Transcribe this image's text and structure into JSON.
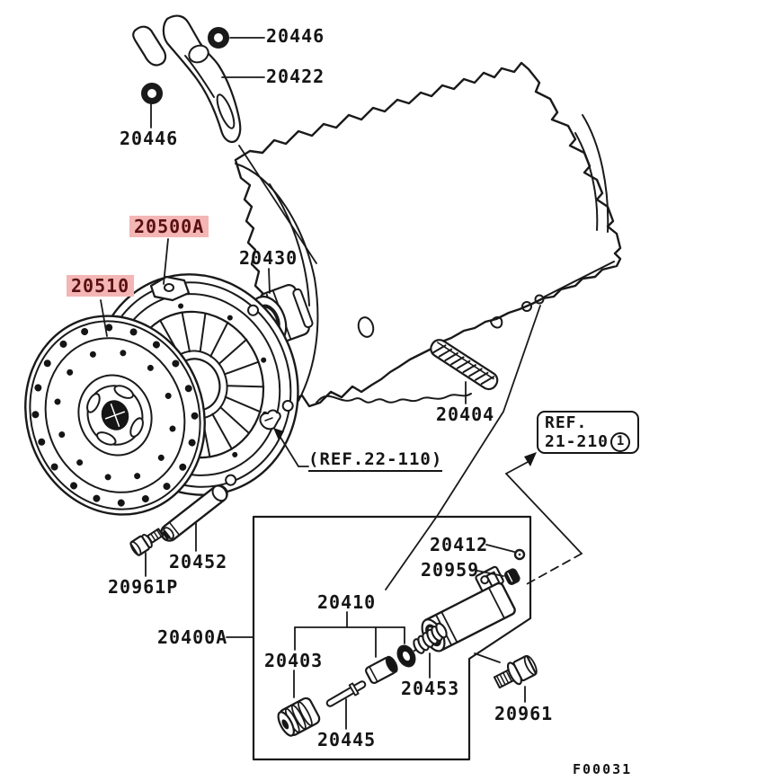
{
  "figure_code": "F00031",
  "highlighted_parts": [
    "20500A",
    "20510"
  ],
  "colors": {
    "line": "#1a1a1a",
    "text": "#151515",
    "highlight_bg": "#f3b6b4",
    "highlight_text": "#5a1010",
    "background": "#ffffff"
  },
  "part_labels": {
    "t20446_top": "20446",
    "t20422": "20422",
    "t20446_left": "20446",
    "t20500A": "20500A",
    "t20510": "20510",
    "t20430": "20430",
    "t20404": "20404",
    "ref22": "(REF.22-110)",
    "t20412": "20412",
    "t20959": "20959",
    "t20410": "20410",
    "t20400A": "20400A",
    "t20403": "20403",
    "t20445": "20445",
    "t20453": "20453",
    "t20961": "20961",
    "t20961P": "20961P",
    "t20452": "20452"
  },
  "ref_box": {
    "line1": "REF.",
    "line2": "21-210",
    "badge": "1"
  }
}
